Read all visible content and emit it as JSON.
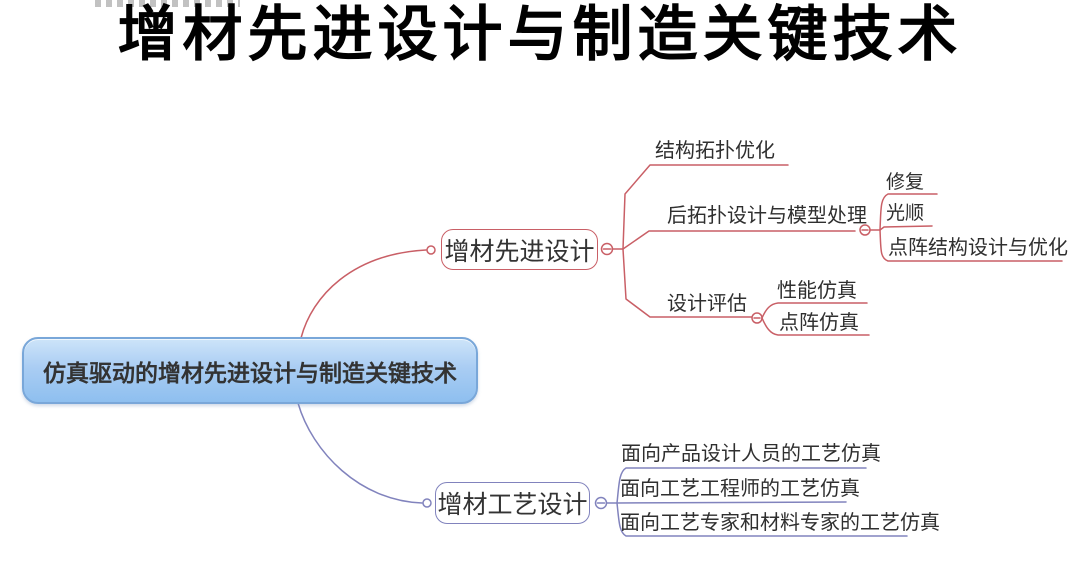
{
  "title": "增材先进设计与制造关键技术",
  "colors": {
    "branch_red": "#c95f66",
    "branch_blue": "#8183bd",
    "root_fill_top": "#cde4f9",
    "root_fill_bottom": "#8ebfef",
    "root_border": "#79a7d9",
    "text_dark": "#333333"
  },
  "map": {
    "root": {
      "label": "仿真驱动的增材先进设计与制造关键技术"
    },
    "branches": [
      {
        "label": "增材先进设计",
        "children": [
          {
            "label": "结构拓扑优化"
          },
          {
            "label": "后拓扑设计与模型处理",
            "children": [
              {
                "label": "修复"
              },
              {
                "label": "光顺"
              },
              {
                "label": "点阵结构设计与优化"
              }
            ]
          },
          {
            "label": "设计评估",
            "children": [
              {
                "label": "性能仿真"
              },
              {
                "label": "点阵仿真"
              }
            ]
          }
        ]
      },
      {
        "label": "增材工艺设计",
        "children": [
          {
            "label": "面向产品设计人员的工艺仿真"
          },
          {
            "label": "面向工艺工程师的工艺仿真"
          },
          {
            "label": "面向工艺专家和材料专家的工艺仿真"
          }
        ]
      }
    ]
  }
}
